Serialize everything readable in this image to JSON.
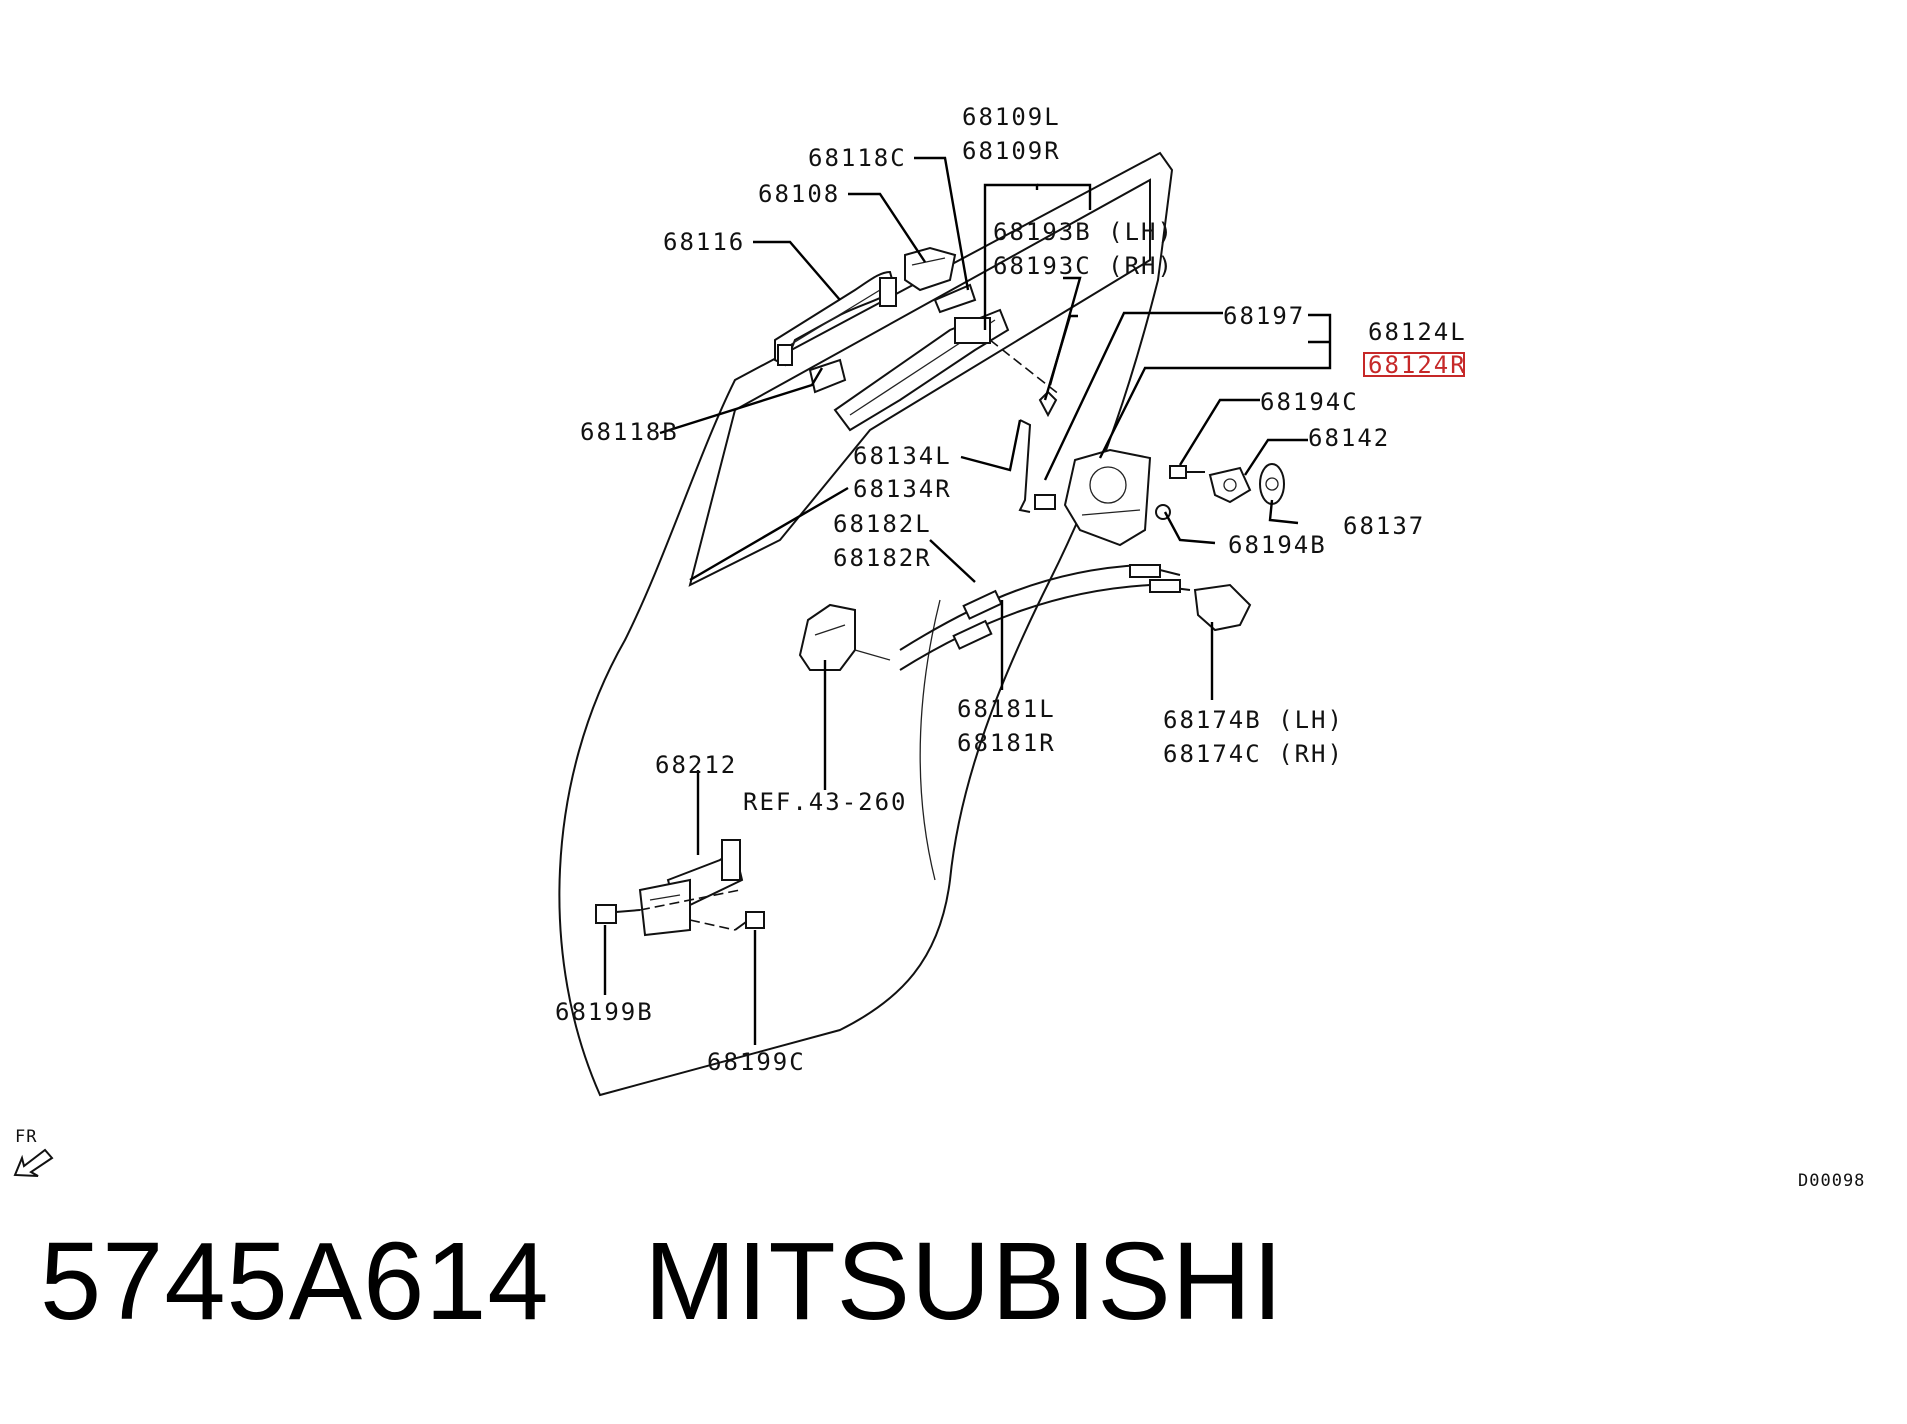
{
  "diagram": {
    "callouts": [
      {
        "id": "68109L",
        "text": "68109L"
      },
      {
        "id": "68109R",
        "text": "68109R"
      },
      {
        "id": "68118C",
        "text": "68118C"
      },
      {
        "id": "68108",
        "text": "68108"
      },
      {
        "id": "68116",
        "text": "68116"
      },
      {
        "id": "68193B",
        "text": "68193B (LH)"
      },
      {
        "id": "68193C",
        "text": "68193C (RH)"
      },
      {
        "id": "68197",
        "text": "68197"
      },
      {
        "id": "68124L",
        "text": "68124L"
      },
      {
        "id": "68124R",
        "text": "68124R"
      },
      {
        "id": "68194C",
        "text": "68194C"
      },
      {
        "id": "68142",
        "text": "68142"
      },
      {
        "id": "68118B",
        "text": "68118B"
      },
      {
        "id": "68134L",
        "text": "68134L"
      },
      {
        "id": "68134R",
        "text": "68134R"
      },
      {
        "id": "68137",
        "text": "68137"
      },
      {
        "id": "68194B",
        "text": "68194B"
      },
      {
        "id": "68182L",
        "text": "68182L"
      },
      {
        "id": "68182R",
        "text": "68182R"
      },
      {
        "id": "68181L",
        "text": "68181L"
      },
      {
        "id": "68181R",
        "text": "68181R"
      },
      {
        "id": "68174B",
        "text": "68174B (LH)"
      },
      {
        "id": "68174C",
        "text": "68174C (RH)"
      },
      {
        "id": "68212",
        "text": "68212"
      },
      {
        "id": "ref",
        "text": "REF.43-260"
      },
      {
        "id": "68199B",
        "text": "68199B"
      },
      {
        "id": "68199C",
        "text": "68199C"
      }
    ],
    "highlighted_part": "68124R",
    "highlight_color": "#c62828",
    "front_indicator": "FR",
    "drawing_code": "D00098"
  },
  "caption": {
    "part_number": "5745A614",
    "brand": "MITSUBISHI"
  }
}
